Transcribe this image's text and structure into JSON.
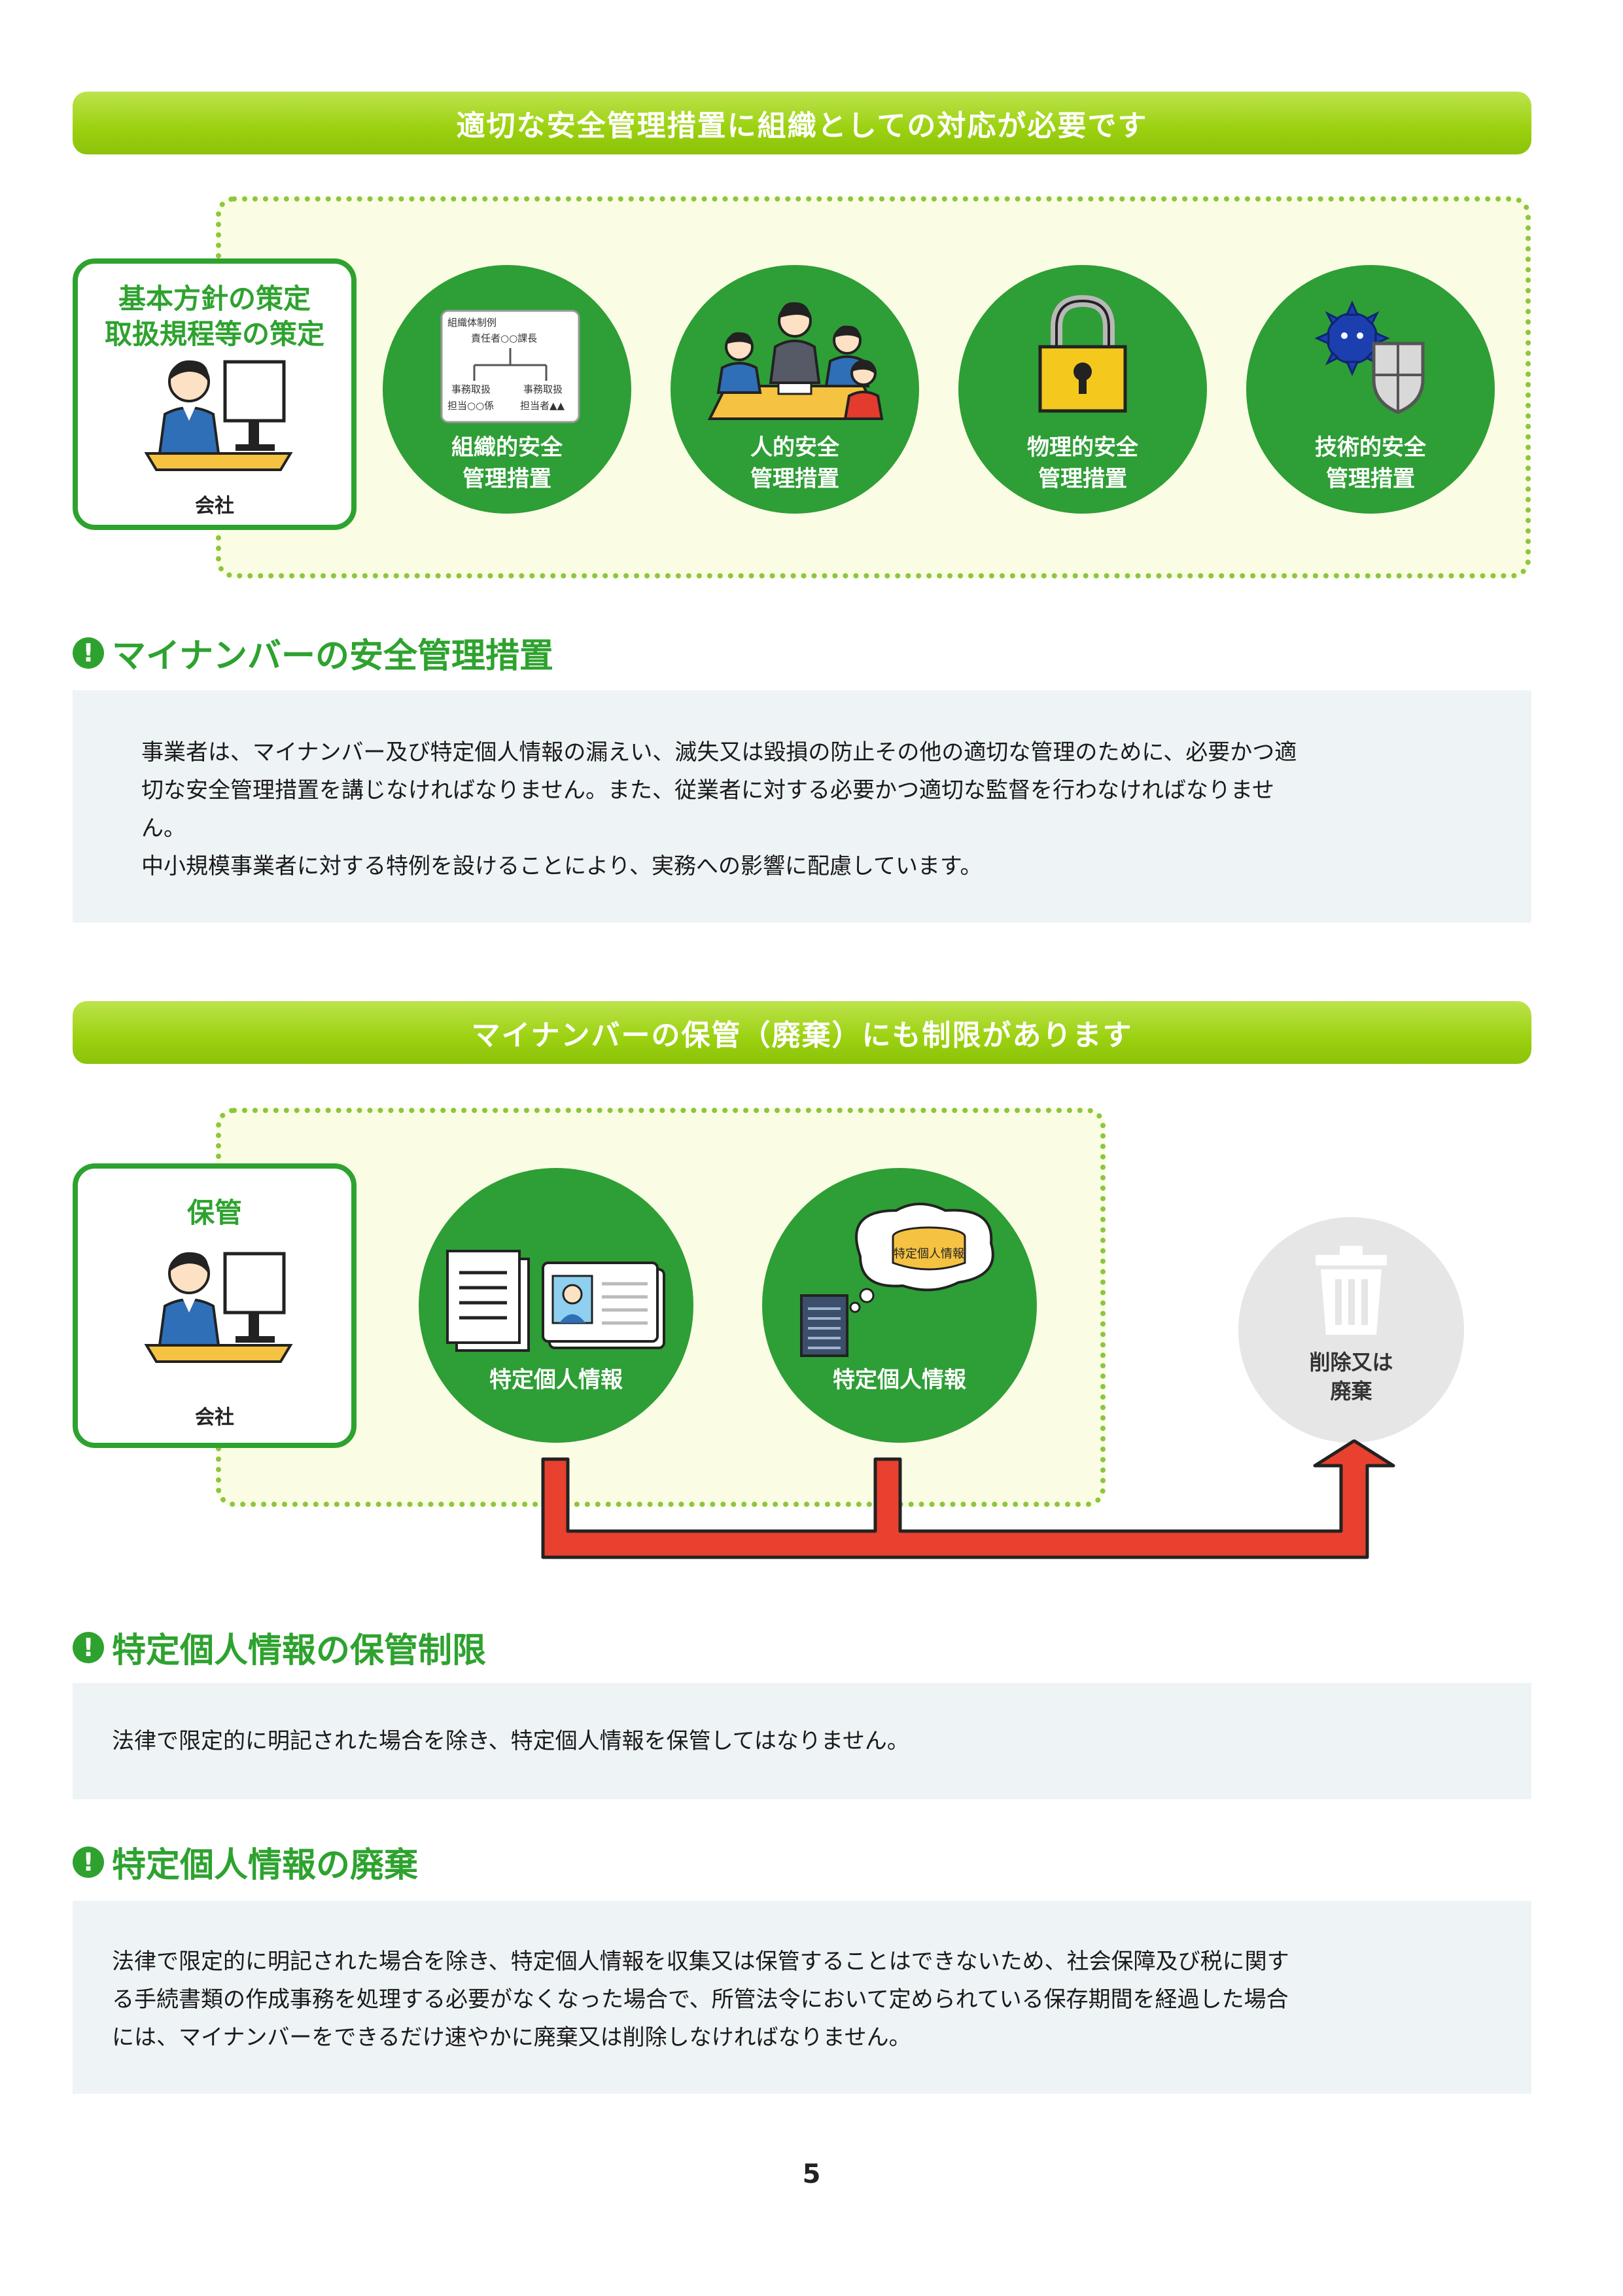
{
  "section1": {
    "banner": "適切な安全管理措置に組織としての対応が必要です",
    "company_card": {
      "title_line1": "基本方針の策定",
      "title_line2": "取扱規程等の策定",
      "footer": "会社"
    },
    "org_chart": {
      "title": "組織体制例",
      "manager": "責任者○○課長",
      "left_role": "事務取扱",
      "left_person": "担当○○係",
      "right_role": "事務取扱",
      "right_person": "担当者▲▲"
    },
    "measures": [
      {
        "line1": "組織的安全",
        "line2": "管理措置",
        "icon": "org-chart-icon"
      },
      {
        "line1": "人的安全",
        "line2": "管理措置",
        "icon": "people-meeting-icon"
      },
      {
        "line1": "物理的安全",
        "line2": "管理措置",
        "icon": "padlock-icon"
      },
      {
        "line1": "技術的安全",
        "line2": "管理措置",
        "icon": "virus-shield-icon"
      }
    ]
  },
  "section1_text": {
    "heading": "マイナンバーの安全管理措置",
    "line1": "事業者は、マイナンバー及び特定個人情報の漏えい、滅失又は毀損の防止その他の適切な管理のために、必要かつ適",
    "line2": "切な安全管理措置を講じなければなりません。また、従業者に対する必要かつ適切な監督を行わなければなりませ",
    "line3": "ん。",
    "line4": "中小規模事業者に対する特例を設けることにより、実務への影響に配慮しています。"
  },
  "section2": {
    "banner": "マイナンバーの保管（廃棄）にも制限があります",
    "company_card": {
      "title": "保管",
      "footer": "会社"
    },
    "items": [
      {
        "label": "特定個人情報",
        "icon": "documents-id-card-icon"
      },
      {
        "label": "特定個人情報",
        "icon": "server-database-icon"
      }
    ],
    "db_label": "特定個人情報",
    "delete_circle": {
      "line1": "削除又は",
      "line2": "廃棄",
      "icon": "trash-can-icon"
    }
  },
  "section2_text": {
    "heading1": "特定個人情報の保管制限",
    "text1": "法律で限定的に明記された場合を除き、特定個人情報を保管してはなりません。",
    "heading2": "特定個人情報の廃棄",
    "text2_line1": "法律で限定的に明記された場合を除き、特定個人情報を収集又は保管することはできないため、社会保障及び税に関す",
    "text2_line2": "る手続書類の作成事務を処理する必要がなくなった場合で、所管法令において定められている保存期間を経過した場合",
    "text2_line3": "には、マイナンバーをできるだけ速やかに廃棄又は削除しなければなりません。"
  },
  "page_number": "5",
  "colors": {
    "banner_green": "#9bd10f",
    "circle_green": "#2e9e36",
    "panel_fill": "#fafde4",
    "arrow_red": "#e8412f",
    "text_box": "#eef3f6"
  }
}
